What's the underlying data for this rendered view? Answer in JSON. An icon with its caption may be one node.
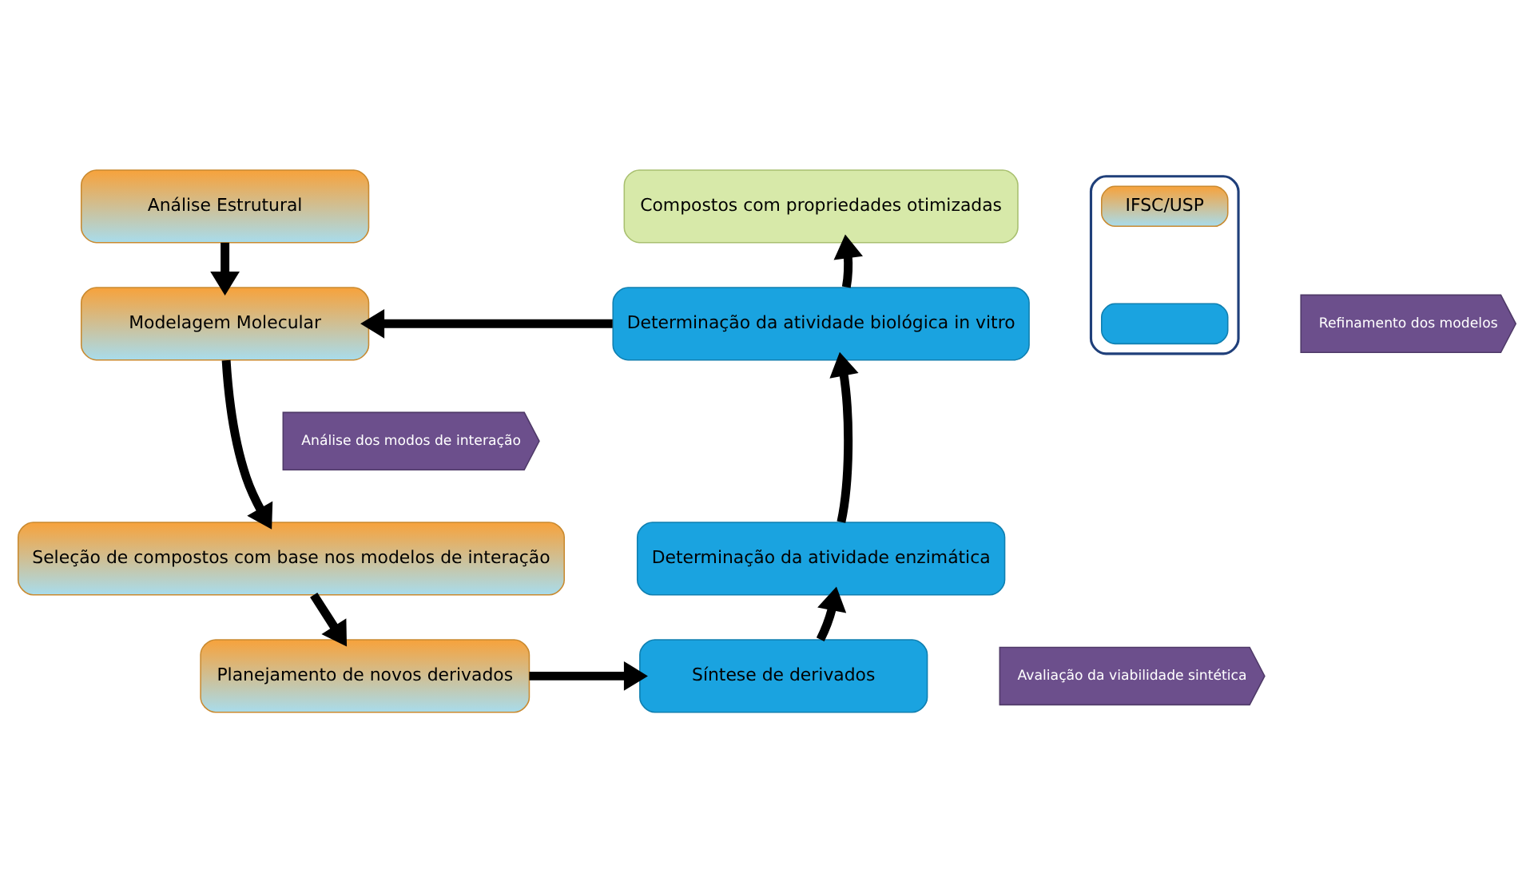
{
  "diagram": {
    "nodes": [
      {
        "text": [
          "Análise Estrutural"
        ]
      },
      {
        "text": [
          "Modelagem Molecular"
        ]
      },
      {
        "text": [
          "Seleção de compostos com base nos modelos de interação"
        ]
      },
      {
        "text": [
          "Planejamento de novos derivados"
        ]
      },
      {
        "text": [],
        "shape": "box"
      },
      {
        "text": [
          "IFSC/USP"
        ],
        "in": 4
      },
      {
        "text": [],
        "shape": "box",
        "in": 4
      },
      {
        "text": [
          "Compostos com propriedades otimizadas"
        ]
      },
      {
        "text": [
          "Determinação da atividade biológica in vitro"
        ]
      },
      {
        "text": [
          "Determinação da atividade enzimática"
        ]
      },
      {
        "text": [
          "Síntese de derivados"
        ]
      },
      {
        "text": [
          "Análise dos modos de interação"
        ]
      },
      {
        "text": [
          "Refinamento dos modelos"
        ]
      },
      {
        "text": [
          "Avaliação da viabilidade sintética"
        ]
      }
    ],
    "edges": [
      {
        "from": 0,
        "to": 1,
        "arrow": "to"
      },
      {
        "from": 1,
        "to": 2,
        "arrow": "to"
      },
      {
        "from": 2,
        "to": 3,
        "arrow": "to"
      },
      {
        "from": 3,
        "to": 10,
        "arrow": "to"
      },
      {
        "from": 10,
        "to": 9,
        "arrow": "to"
      },
      {
        "from": 9,
        "to": 8,
        "arrow": "to"
      },
      {
        "from": 8,
        "to": 7,
        "arrow": "to"
      },
      {
        "from": 8,
        "to": 1,
        "arrow": "to"
      }
    ]
  }
}
